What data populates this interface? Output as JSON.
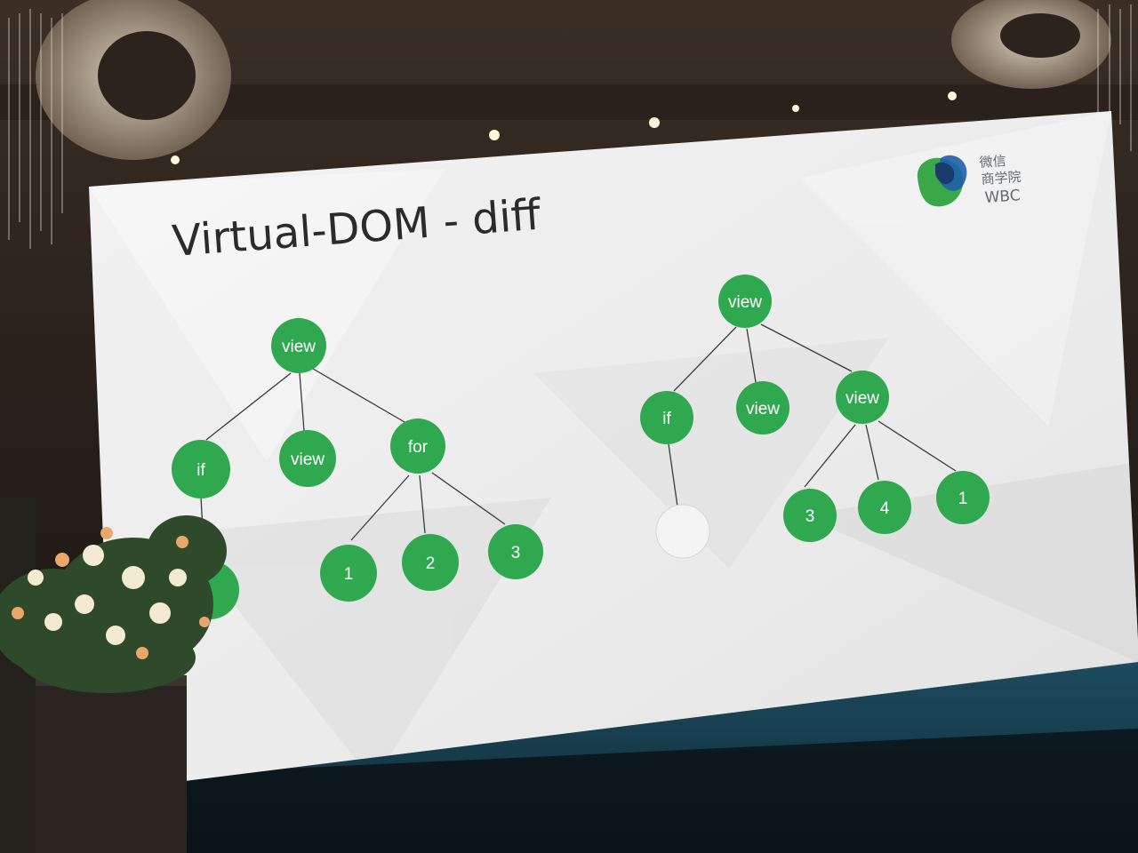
{
  "slide": {
    "title": "Virtual-DOM - diff",
    "logo": {
      "line1": "微信",
      "line2": "商学院",
      "line3": "WBC"
    }
  },
  "colors": {
    "node_fill": "#2fa84f",
    "node_text": "#ffffff",
    "empty_node_fill": "#f4f4f4",
    "edge": "#3a3a3a",
    "slide_background": "#ededed"
  },
  "trees": {
    "left": {
      "root": "view",
      "children": [
        "if",
        "view",
        "for"
      ],
      "for_children": [
        "1",
        "2",
        "3"
      ]
    },
    "right": {
      "root": "view",
      "children": [
        "if",
        "view",
        "view"
      ],
      "view_children": [
        "3",
        "4",
        "1"
      ]
    }
  }
}
